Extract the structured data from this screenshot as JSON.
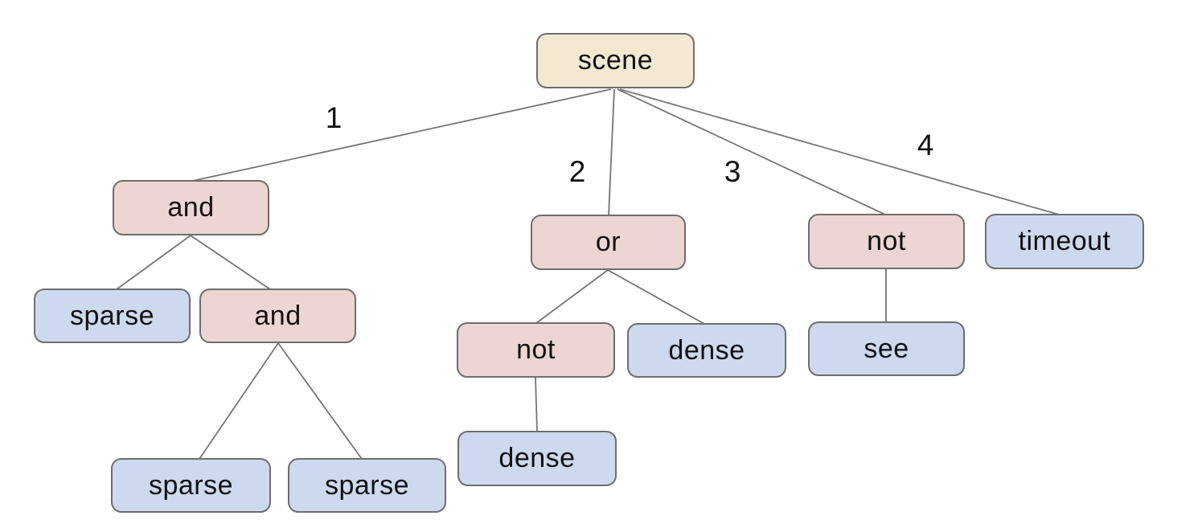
{
  "colors": {
    "background": "#ffffff",
    "root_fill": "#f3e8d2",
    "operator_fill": "#ecd5d2",
    "leaf_fill": "#cdd9ee",
    "node_border": "#6e6e6e",
    "edge_line": "#757575",
    "text": "#111111"
  },
  "nodes": [
    {
      "id": "scene",
      "label": "scene",
      "type": "root"
    },
    {
      "id": "and-1",
      "label": "and",
      "type": "operator"
    },
    {
      "id": "or-1",
      "label": "or",
      "type": "operator"
    },
    {
      "id": "not-1",
      "label": "not",
      "type": "operator"
    },
    {
      "id": "timeout",
      "label": "timeout",
      "type": "leaf"
    },
    {
      "id": "sparse-1",
      "label": "sparse",
      "type": "leaf"
    },
    {
      "id": "and-2",
      "label": "and",
      "type": "operator"
    },
    {
      "id": "not-2",
      "label": "not",
      "type": "operator"
    },
    {
      "id": "dense-1",
      "label": "dense",
      "type": "leaf"
    },
    {
      "id": "see",
      "label": "see",
      "type": "leaf"
    },
    {
      "id": "sparse-2",
      "label": "sparse",
      "type": "leaf"
    },
    {
      "id": "sparse-3",
      "label": "sparse",
      "type": "leaf"
    },
    {
      "id": "dense-2",
      "label": "dense",
      "type": "leaf"
    }
  ],
  "edge_labels": [
    {
      "label": "1"
    },
    {
      "label": "2"
    },
    {
      "label": "3"
    },
    {
      "label": "4"
    }
  ],
  "hierarchy": [
    {
      "node": "scene",
      "children": [
        {
          "edge": "1",
          "node": "and",
          "children": [
            {
              "node": "sparse"
            },
            {
              "node": "and",
              "children": [
                {
                  "node": "sparse"
                },
                {
                  "node": "sparse"
                }
              ]
            }
          ]
        },
        {
          "edge": "2",
          "node": "or",
          "children": [
            {
              "node": "not",
              "children": [
                {
                  "node": "dense"
                }
              ]
            },
            {
              "node": "dense"
            }
          ]
        },
        {
          "edge": "3",
          "node": "not",
          "children": [
            {
              "node": "see"
            }
          ]
        },
        {
          "edge": "4",
          "node": "timeout"
        }
      ]
    }
  ]
}
